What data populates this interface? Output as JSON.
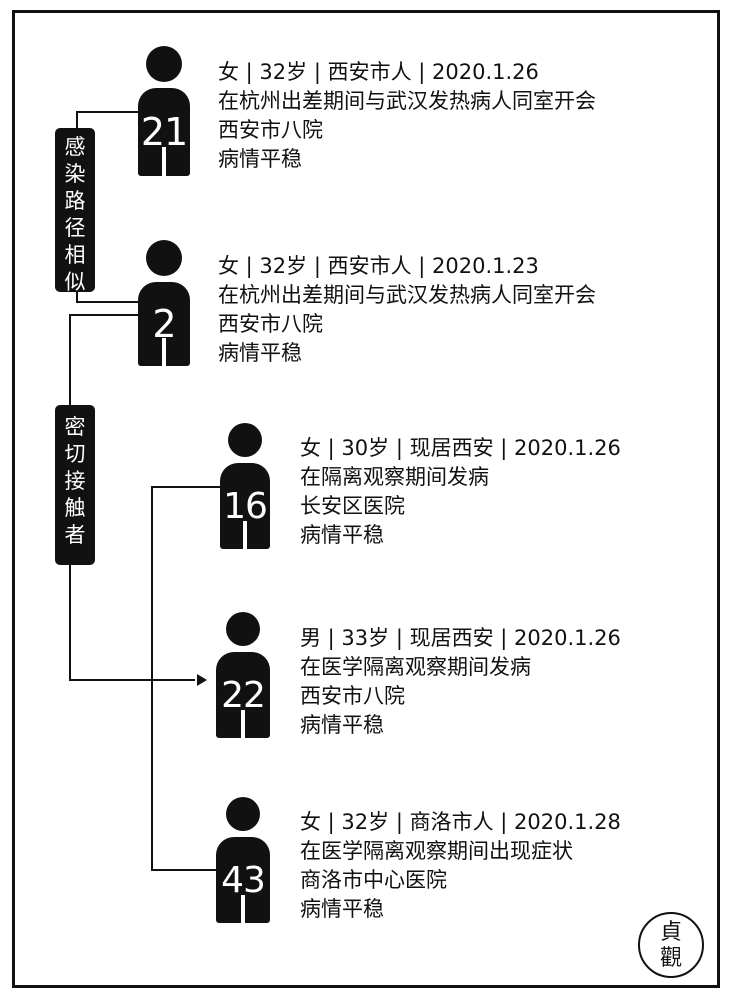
{
  "side_tags": {
    "similar_route": [
      "感",
      "染",
      "路",
      "径",
      "相",
      "似"
    ],
    "close_contact": [
      "密",
      "切",
      "接",
      "触",
      "者"
    ]
  },
  "cases": [
    {
      "id": "21",
      "summary": "女 | 32岁 | 西安市人 | 2020.1.26",
      "detail": "在杭州出差期间与武汉发热病人同室开会",
      "hospital": "西安市八院",
      "status": "病情平稳"
    },
    {
      "id": "2",
      "summary": "女 | 32岁 | 西安市人 | 2020.1.23",
      "detail": "在杭州出差期间与武汉发热病人同室开会",
      "hospital": "西安市八院",
      "status": "病情平稳"
    },
    {
      "id": "16",
      "summary": "女 | 30岁 | 现居西安 | 2020.1.26",
      "detail": "在隔离观察期间发病",
      "hospital": "长安区医院",
      "status": "病情平稳"
    },
    {
      "id": "22",
      "summary": "男 | 33岁 | 现居西安 | 2020.1.26",
      "detail": "在医学隔离观察期间发病",
      "hospital": "西安市八院",
      "status": "病情平稳"
    },
    {
      "id": "43",
      "summary": "女 | 32岁 | 商洛市人 | 2020.1.28",
      "detail": "在医学隔离观察期间出现症状",
      "hospital": "商洛市中心医院",
      "status": "病情平稳"
    }
  ],
  "seal": {
    "top": "貞",
    "bottom": "觀"
  }
}
